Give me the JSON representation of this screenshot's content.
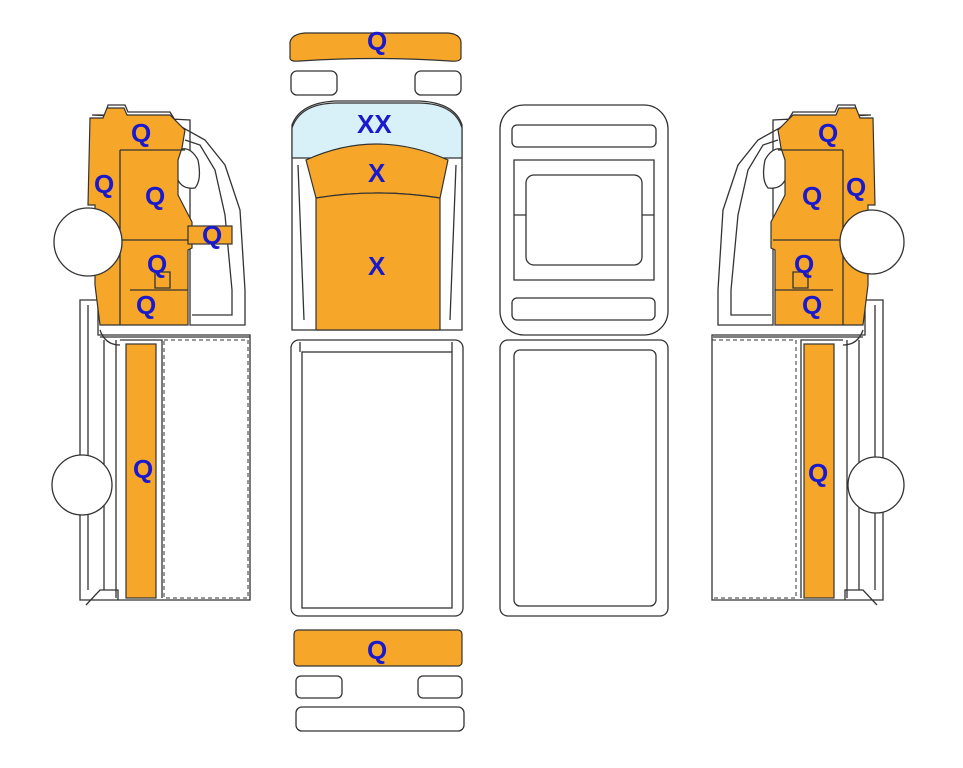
{
  "colors": {
    "damage_fill": "#F6A72A",
    "glass_fill": "#D8F0F8",
    "outline": "#333333",
    "label_text": "#1A1ACC"
  },
  "legend_codes": [
    "Q",
    "X",
    "XX"
  ],
  "marks": {
    "front_bumper": "Q",
    "windshield": "XX",
    "hood_upper": "X",
    "hood_lower": "X",
    "rear_bumper": "Q",
    "left_cab_top": "Q",
    "left_cab_pillar": "Q",
    "left_cab_door": "Q",
    "left_mirror": "Q",
    "left_cab_lower": "Q",
    "left_step": "Q",
    "left_bed_side": "Q",
    "right_cab_top": "Q",
    "right_cab_door": "Q",
    "right_cab_pillar": "Q",
    "right_cab_lower": "Q",
    "right_step": "Q",
    "right_bed_side": "Q"
  }
}
